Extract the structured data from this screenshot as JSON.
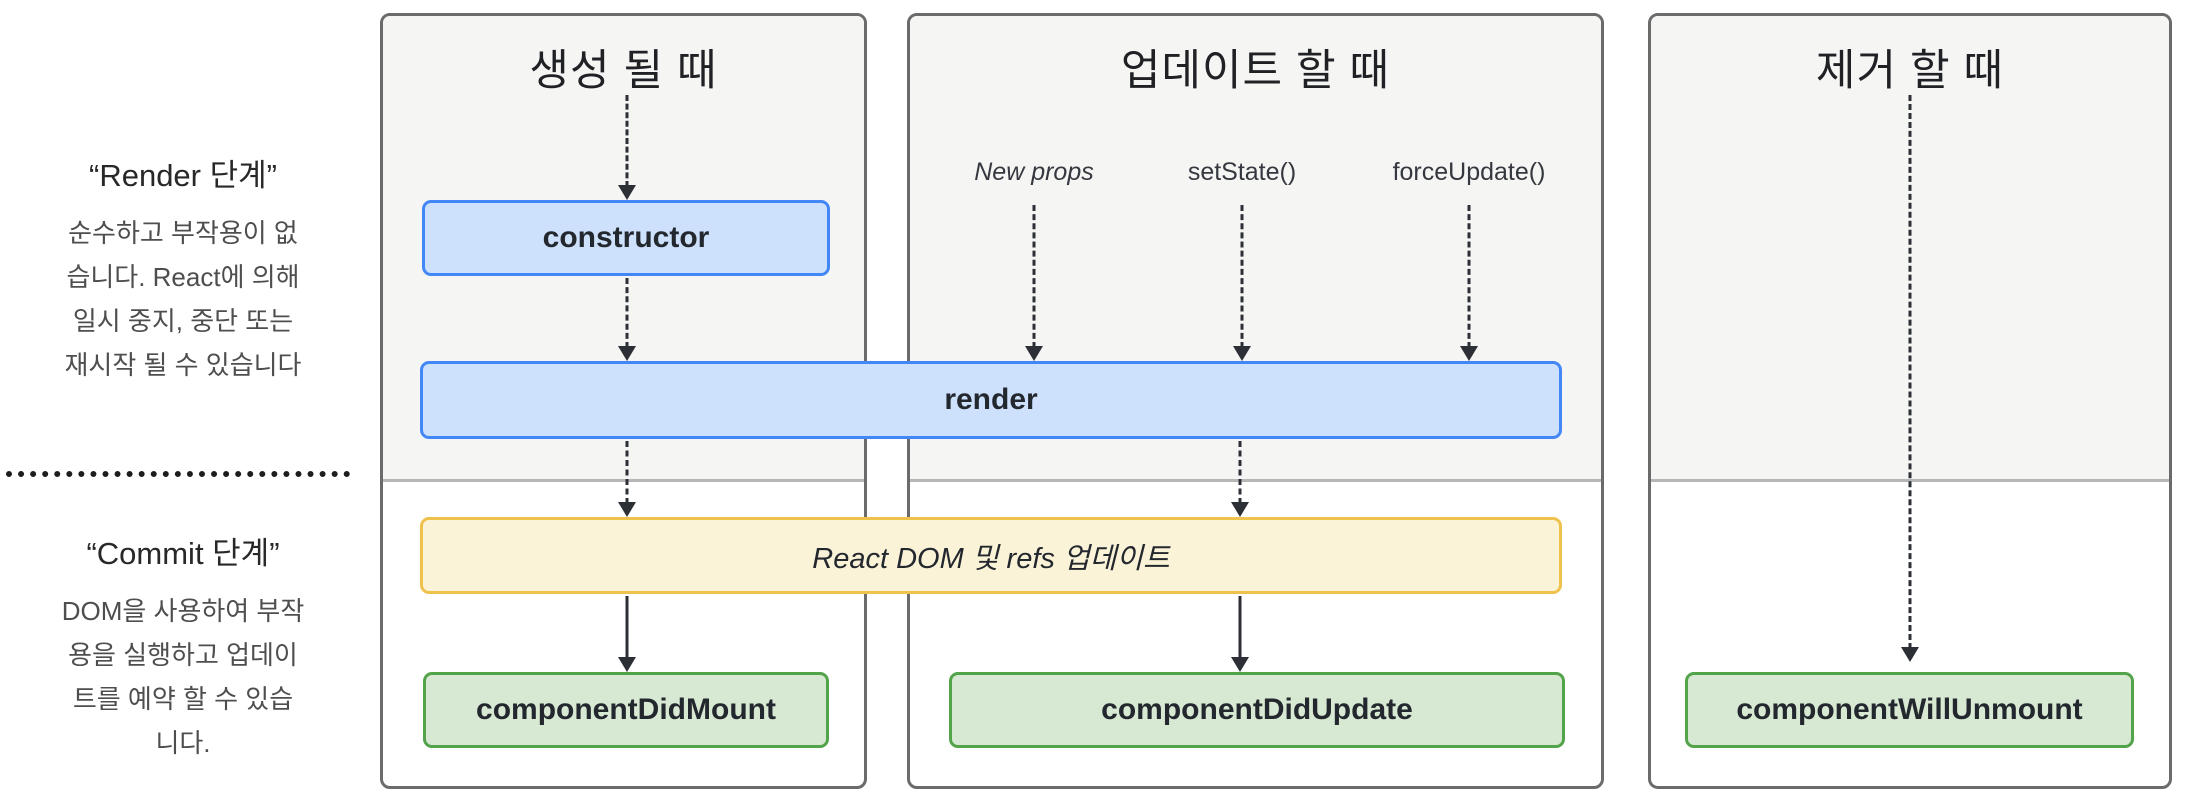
{
  "sidebar": {
    "render_phase": {
      "title": "“Render 단계”",
      "description": "순수하고 부작용이 없\n습니다. React에 의해\n일시 중지, 중단 또는\n재시작 될 수 있습니다"
    },
    "commit_phase": {
      "title": "“Commit 단계”",
      "description": "DOM을 사용하여 부작\n용을 실행하고 업데이\n트를 예약 할 수 있습\n니다."
    }
  },
  "columns": {
    "mount": {
      "title": "생성 될 때"
    },
    "update": {
      "title": "업데이트 할 때",
      "triggers": [
        "New props",
        "setState()",
        "forceUpdate()"
      ]
    },
    "unmount": {
      "title": "제거 할 때"
    }
  },
  "nodes": {
    "constructor": "constructor",
    "render": "render",
    "react_dom_update": "React DOM 및 refs 업데이트",
    "component_did_mount": "componentDidMount",
    "component_did_update": "componentDidUpdate",
    "component_will_unmount": "componentWillUnmount"
  },
  "colors": {
    "node_blue_fill": "#cde1fc",
    "node_blue_border": "#4387f6",
    "node_yellow_fill": "#fbf3d7",
    "node_yellow_border": "#eec24d",
    "node_green_fill": "#d8e9d3",
    "node_green_border": "#53a34b",
    "panel_top_background": "#f5f5f4",
    "panel_border": "#6b6b6b",
    "phase_divider": "#b6b6b6",
    "arrow": "#2c3036"
  }
}
